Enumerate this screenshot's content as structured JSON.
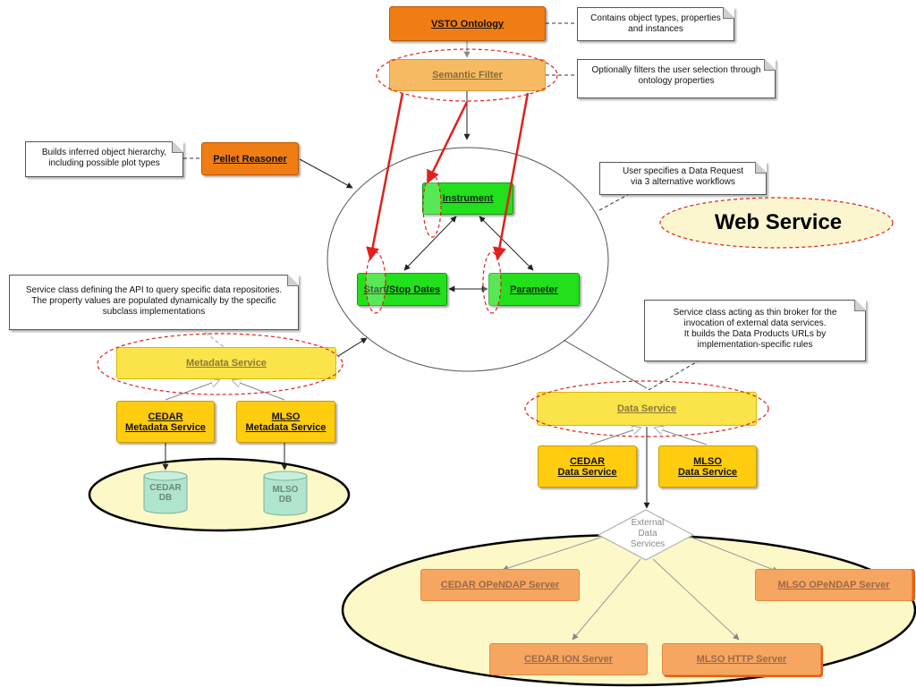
{
  "nodes": {
    "vsto_ontology": "VSTO Ontology",
    "semantic_filter": "Semantic Filter",
    "pellet_reasoner": "Pellet Reasoner",
    "instrument": "Instrument",
    "start_stop_dates": "Start/Stop Dates",
    "parameter": "Parameter",
    "metadata_service": "Metadata Service",
    "cedar_metadata_service": [
      "CEDAR",
      "Metadata Service"
    ],
    "mlso_metadata_service": [
      "MLSO",
      "Metadata Service"
    ],
    "data_service": "Data Service",
    "cedar_data_service": [
      "CEDAR",
      "Data Service"
    ],
    "mlso_data_service": [
      "MLSO",
      "Data Service"
    ],
    "cedar_db": [
      "CEDAR",
      "DB"
    ],
    "mlso_db": [
      "MLSO",
      "DB"
    ],
    "external_data_services": [
      "External",
      "Data",
      "Services"
    ],
    "cedar_opendap_server": "CEDAR OPeNDAP Server",
    "mlso_opendap_server": "MLSO OPeNDAP Server",
    "cedar_ion_server": "CEDAR ION Server",
    "mlso_http_server": "MLSO HTTP Server"
  },
  "notes": {
    "vsto_ontology": [
      "Contains object types, properties",
      "and instances"
    ],
    "semantic_filter": [
      "Optionally filters the user selection through",
      "ontology properties"
    ],
    "pellet_reasoner": [
      "Builds inferred object hierarchy,",
      "including possible plot types"
    ],
    "data_request": [
      "User specifies a Data Request",
      "via 3 alternative workflows"
    ],
    "metadata_service": [
      "Service class defining the API to query specific data repositories.",
      "The property values are populated dynamically by the specific",
      "subclass implementations"
    ],
    "data_service": [
      "Service class acting as thin broker for the",
      "invocation of external data services.",
      "It builds the Data Products URLs by",
      "implementation-specific rules"
    ]
  },
  "labels": {
    "web_service": "Web Service"
  },
  "colors": {
    "orange": "#f07d14",
    "green": "#22e01c",
    "yellow": "#ffcc10",
    "highlight_red": "#e0201c",
    "ellipse_fill": "#fdf8c8"
  }
}
